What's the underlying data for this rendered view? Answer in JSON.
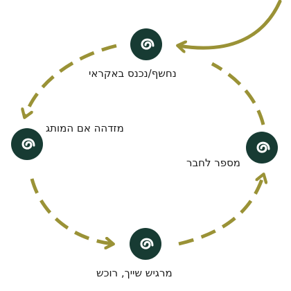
{
  "colors": {
    "node_fill": "#173b33",
    "node_symbol": "#ffffff",
    "arrow": "#9a9236"
  },
  "node_icon": "spiral-icon",
  "nodes": {
    "top": {
      "label": "נחשף/נכנס באקראי"
    },
    "left": {
      "label": "מזדהה אם המותג"
    },
    "bottom": {
      "label": "מרגיש שייך, רוכש"
    },
    "right": {
      "label": "מספר לחבר"
    }
  }
}
